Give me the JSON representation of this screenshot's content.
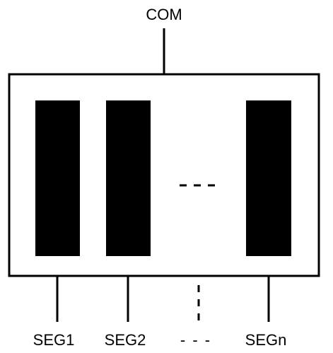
{
  "diagram": {
    "common_label": "COM",
    "segments": [
      {
        "label": "SEG1"
      },
      {
        "label": "SEG2"
      },
      {
        "label": "SEGn"
      }
    ],
    "ellipsis": "- - -",
    "colors": {
      "ink": "#000000",
      "background": "#ffffff"
    }
  }
}
